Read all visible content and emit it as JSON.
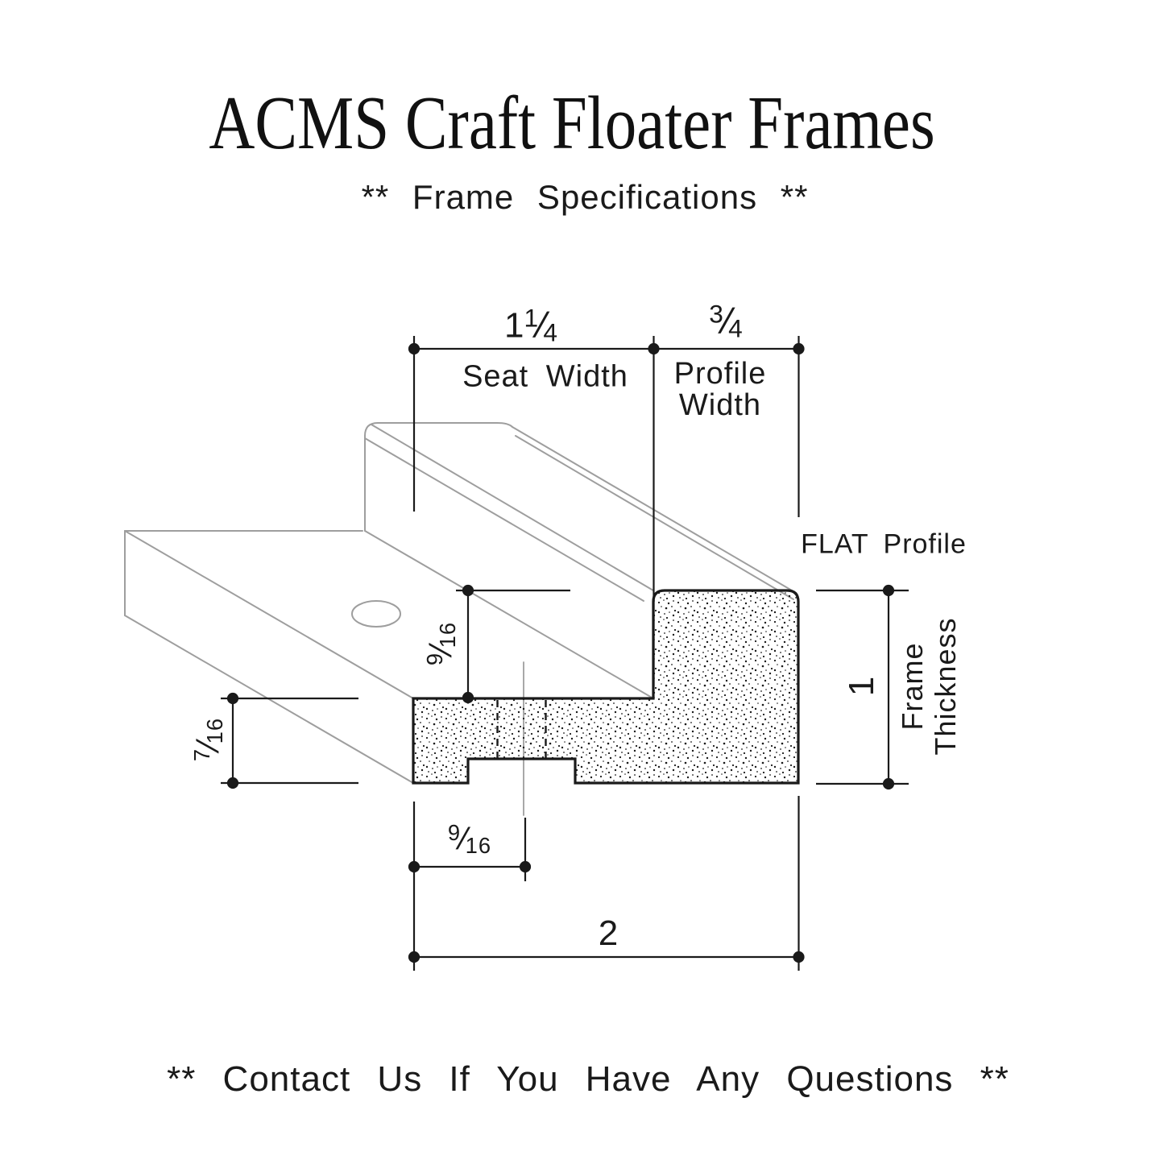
{
  "page": {
    "title": "ACMS Craft Floater Frames",
    "subtitle": "** Frame Specifications **",
    "footer": "** Contact Us If You Have Any Questions **"
  },
  "colors": {
    "ink": "#1a1a1a",
    "gray_line": "#9e9e9e",
    "background": "#ffffff"
  },
  "glyphs": {
    "frac_slash": "/"
  },
  "drawing": {
    "view_note": "FLAT Profile",
    "dims": {
      "seat_width": {
        "whole": "1",
        "num": "1",
        "den": "4",
        "label": "Seat Width"
      },
      "profile_width": {
        "num": "3",
        "den": "4",
        "label_line1": "Profile",
        "label_line2": "Width"
      },
      "seat_depth": {
        "num": "9",
        "den": "16"
      },
      "seat_thickness": {
        "num": "7",
        "den": "16"
      },
      "slot_offset": {
        "num": "9",
        "den": "16"
      },
      "frame_thickness": {
        "value": "1",
        "label_line1": "Frame",
        "label_line2": "Thickness"
      },
      "overall_width": {
        "value": "2"
      }
    }
  }
}
